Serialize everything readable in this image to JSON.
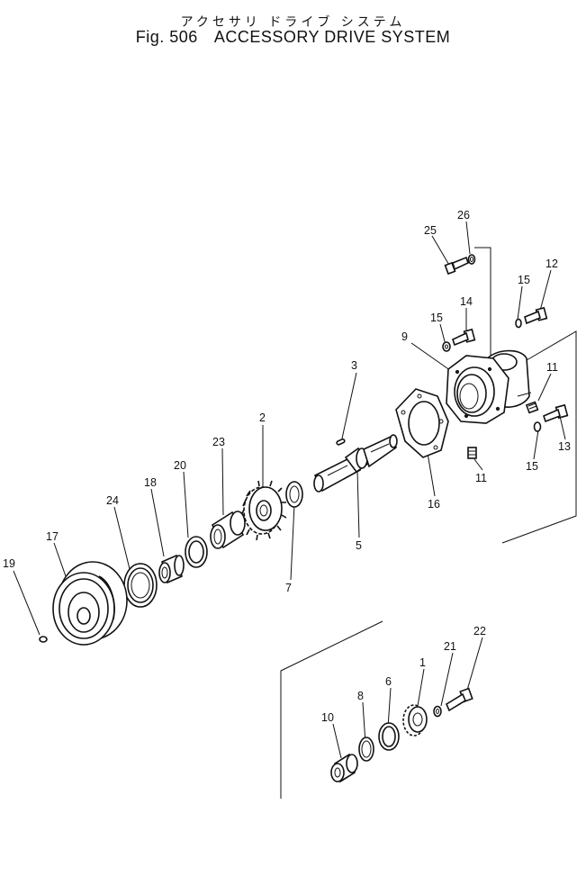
{
  "title": {
    "japanese": "アクセサリ ドライブ システム",
    "fig": "Fig. 506",
    "english": "ACCESSORY DRIVE SYSTEM"
  },
  "callouts": [
    "26",
    "25",
    "12",
    "15",
    "14",
    "15",
    "9",
    "3",
    "11",
    "2",
    "23",
    "20",
    "18",
    "24",
    "17",
    "19",
    "13",
    "15",
    "11",
    "16",
    "5",
    "7",
    "22",
    "21",
    "1",
    "6",
    "8",
    "10"
  ]
}
